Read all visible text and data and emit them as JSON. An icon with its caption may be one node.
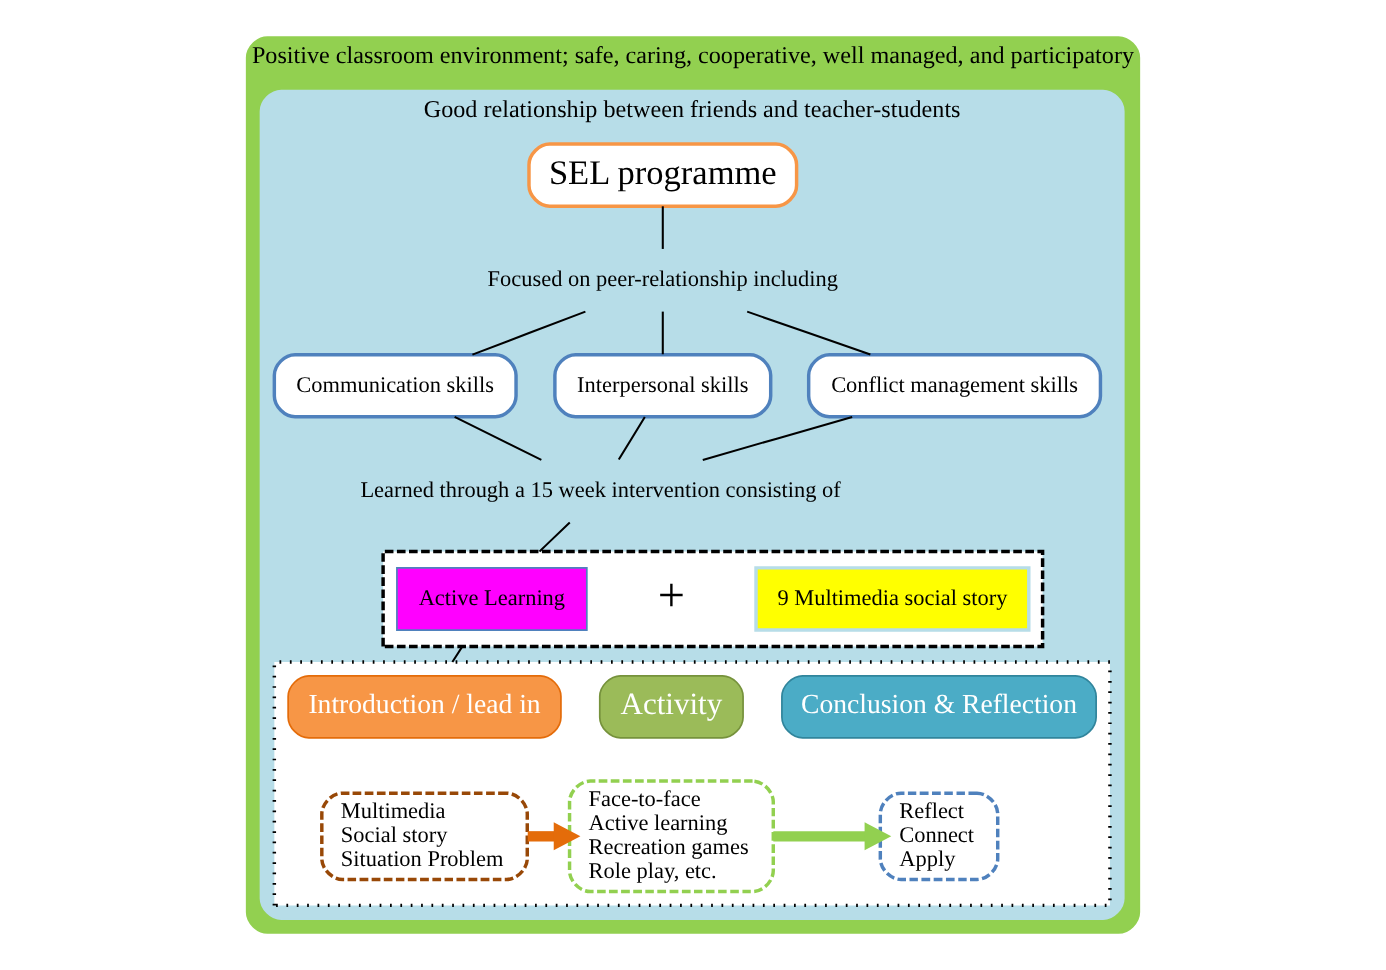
{
  "diagram": {
    "nodes": [
      {
        "text": [
          "Positive classroom environment; safe, caring, cooperative, well managed, and participatory"
        ]
      },
      {
        "text": [
          "Good relationship between friends and teacher-students"
        ],
        "in": 0
      },
      {
        "text": [
          "SEL programme"
        ],
        "in": 1
      },
      {
        "text": [
          "Focused on peer-relationship including"
        ],
        "in": 1
      },
      {
        "text": [
          "Communication skills"
        ],
        "in": 1
      },
      {
        "text": [
          "Interpersonal skills"
        ],
        "in": 1
      },
      {
        "text": [
          "Conflict management skills"
        ],
        "in": 1
      },
      {
        "text": [
          "Learned through a 15 week intervention consisting of"
        ],
        "in": 1
      },
      {
        "text": [],
        "shape": "box",
        "in": 1
      },
      {
        "text": [
          "Active Learning"
        ],
        "in": 8
      },
      {
        "text": [
          "9 Multimedia social story"
        ],
        "in": 8
      },
      {
        "text": [],
        "shape": "box",
        "in": 1
      },
      {
        "text": [
          "Introduction / lead in"
        ],
        "in": 11
      },
      {
        "text": [
          "Multimedia",
          "Social story",
          "Situation Problem"
        ],
        "in": 11
      },
      {
        "text": [
          "Activity"
        ],
        "in": 11
      },
      {
        "text": [
          "Face-to-face",
          "Active learning",
          "Recreation games",
          "Role play, etc."
        ],
        "in": 11
      },
      {
        "text": [
          "Conclusion & Reflection"
        ],
        "in": 11
      },
      {
        "text": [
          "Reflect",
          "Connect",
          "Apply"
        ],
        "in": 11
      }
    ],
    "edges": [
      {
        "from": 2,
        "to": 3,
        "arrow": "none"
      },
      {
        "from": 3,
        "to": 4,
        "arrow": "none"
      },
      {
        "from": 3,
        "to": 5,
        "arrow": "none"
      },
      {
        "from": 3,
        "to": 6,
        "arrow": "none"
      },
      {
        "from": 4,
        "to": 7,
        "arrow": "none"
      },
      {
        "from": 5,
        "to": 7,
        "arrow": "none"
      },
      {
        "from": 6,
        "to": 7,
        "arrow": "none"
      },
      {
        "from": 7,
        "to": 8,
        "arrow": "none"
      },
      {
        "from": 8,
        "to": 11,
        "arrow": "none"
      },
      {
        "from": 13,
        "to": 15,
        "arrow": "to",
        "style": "thick",
        "color": "#e46c0a"
      },
      {
        "from": 15,
        "to": 17,
        "arrow": "to",
        "style": "thick",
        "color": "#92d050"
      }
    ],
    "labels": [
      "+"
    ]
  }
}
